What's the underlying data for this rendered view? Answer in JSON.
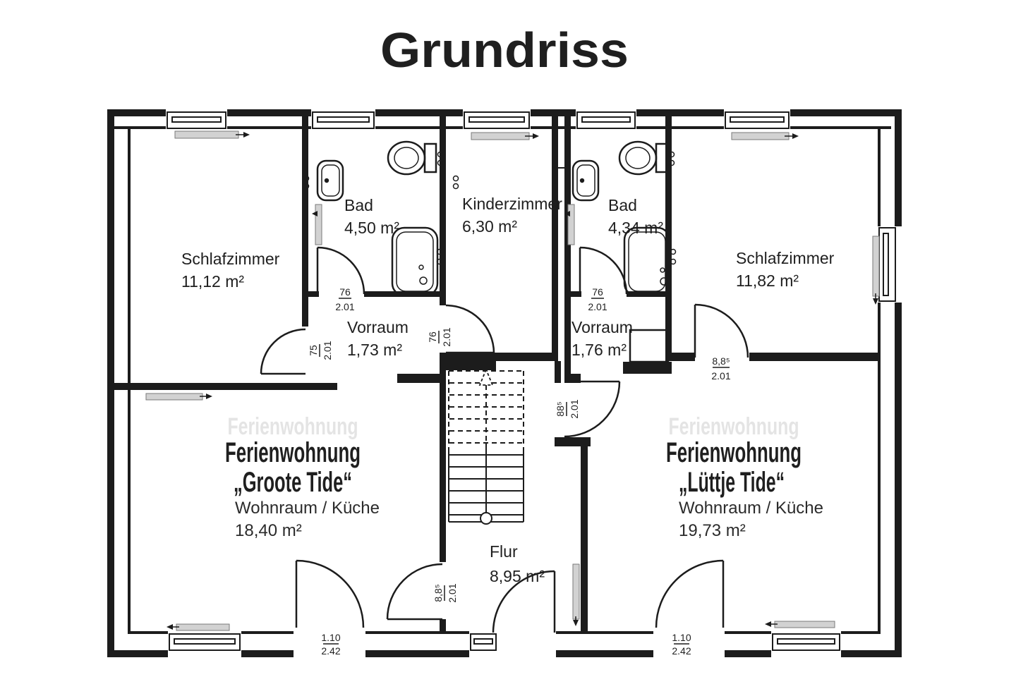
{
  "page": {
    "title": "Grundriss"
  },
  "plan": {
    "rooms": {
      "schlafzimmer_links": {
        "name": "Schlafzimmer",
        "area": "11,12 m²"
      },
      "bad_links": {
        "name": "Bad",
        "area": "4,50 m²"
      },
      "kinderzimmer": {
        "name": "Kinderzimmer",
        "area": "6,30 m²"
      },
      "bad_rechts": {
        "name": "Bad",
        "area": "4,34 m²"
      },
      "schlafzimmer_rechts": {
        "name": "Schlafzimmer",
        "area": "11,82 m²"
      },
      "vorraum_links": {
        "name": "Vorraum",
        "area": "1,73 m²"
      },
      "vorraum_rechts": {
        "name": "Vorraum",
        "area": "1,76 m²"
      },
      "flur": {
        "name": "Flur",
        "area": "8,95 m²"
      }
    },
    "apartments": {
      "groote_tide": {
        "type": "Ferienwohnung",
        "name": "„Groote Tide“",
        "room": "Wohnraum / Küche",
        "area": "18,40 m²"
      },
      "luettje_tide": {
        "type": "Ferienwohnung",
        "name": "„Lüttje Tide“",
        "room": "Wohnraum / Küche",
        "area": "19,73 m²"
      }
    },
    "door_labels": {
      "bad_links": {
        "w": "76",
        "h": "2.01"
      },
      "schlafzimmer_links": {
        "w": "75",
        "h": "2.01"
      },
      "kinderzimmer": {
        "w": "76",
        "h": "2.01"
      },
      "bad_rechts": {
        "w": "76",
        "h": "2.01"
      },
      "schlafzimmer_rechts": {
        "w": "8,8⁵",
        "h": "2.01"
      },
      "wohnraum_rechts": {
        "w": "88⁵",
        "h": "2.01"
      },
      "wohnraum_links": {
        "w": "8,8⁵",
        "h": "2.01"
      },
      "eingang_links": {
        "w": "1.10",
        "h": "2.42"
      },
      "eingang_rechts": {
        "w": "1.10",
        "h": "2.42"
      }
    },
    "watermark": "Ferienwohnung",
    "colors": {
      "ink": "#1c1c1c",
      "radiator_fill": "#d2d2d2"
    }
  }
}
